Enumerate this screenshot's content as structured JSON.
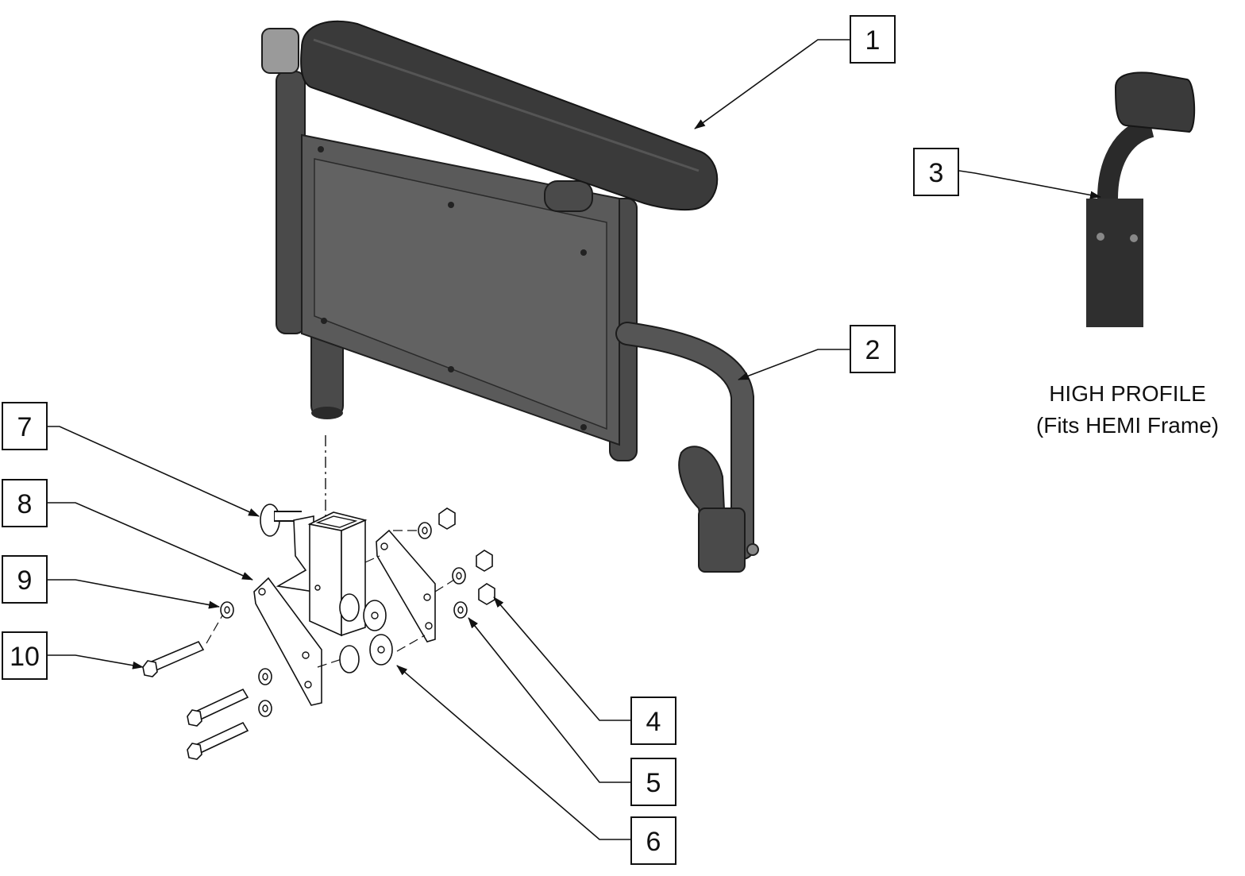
{
  "diagram": {
    "callouts": [
      "1",
      "2",
      "3",
      "4",
      "5",
      "6",
      "7",
      "8",
      "9",
      "10"
    ],
    "caption_line1": "HIGH PROFILE",
    "caption_line2": "(Fits HEMI Frame)"
  },
  "colors": {
    "line": "#111111",
    "part_dark": "#4a4a4a",
    "pad": "#3a3a3a",
    "background": "#ffffff"
  }
}
